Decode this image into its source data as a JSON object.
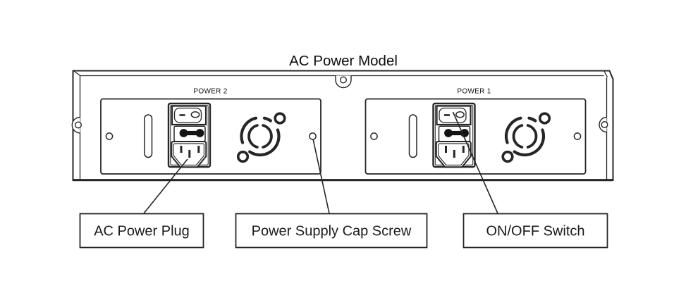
{
  "title": "AC Power Model",
  "panel": {
    "power2_label": "POWER 2",
    "power1_label": "POWER 1"
  },
  "callouts": {
    "ac_power_plug": "AC Power Plug",
    "cap_screw": "Power Supply Cap Screw",
    "on_off_switch": "ON/OFF Switch"
  },
  "colors": {
    "line": "#262626",
    "black_fill": "#141414",
    "background": "#ffffff"
  }
}
